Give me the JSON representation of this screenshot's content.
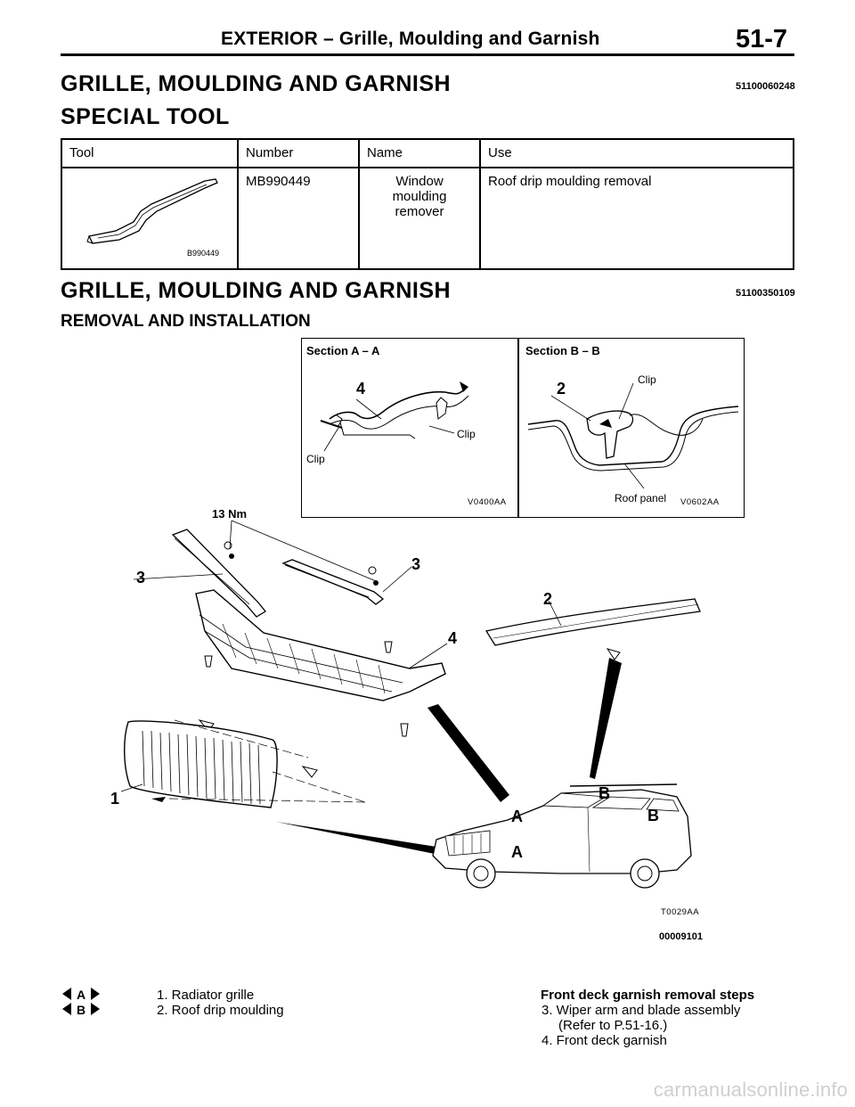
{
  "header": {
    "title": "EXTERIOR – Grille, Moulding and Garnish",
    "page": "51-7"
  },
  "section1": {
    "title": "GRILLE, MOULDING AND GARNISH",
    "code": "51100060248",
    "subtitle": "SPECIAL TOOL"
  },
  "tool_table": {
    "headers": [
      "Tool",
      "Number",
      "Name",
      "Use"
    ],
    "rows": [
      {
        "tool_code": "B990449",
        "number": "MB990449",
        "name_line1": "Window moulding",
        "name_line2": "remover",
        "use": "Roof drip moulding removal"
      }
    ]
  },
  "section2": {
    "title": "GRILLE, MOULDING AND GARNISH",
    "code": "51100350109",
    "subtitle": "REMOVAL AND INSTALLATION"
  },
  "figure": {
    "section_a": {
      "label": "Section A – A",
      "callout": "4",
      "clip_left": "Clip",
      "clip_right": "Clip",
      "code": "V0400AA"
    },
    "section_b": {
      "label": "Section B – B",
      "callout": "2",
      "clip": "Clip",
      "roof_panel": "Roof panel",
      "code": "V0602AA"
    },
    "torque": "13 Nm",
    "callouts": {
      "c3_left": "3",
      "c3_right": "3",
      "c2": "2",
      "c4": "4",
      "c1": "1",
      "a_top": "A",
      "a_bottom": "A",
      "b_top": "B",
      "b_right": "B"
    },
    "car_code": "T0029AA",
    "figure_code": "00009101"
  },
  "legend": {
    "left_items": [
      "1. Radiator grille",
      "2. Roof drip moulding"
    ],
    "marks": [
      "A",
      "B"
    ],
    "right_title": "Front deck garnish removal steps",
    "right_item1": "3. Wiper arm and blade assembly",
    "right_item1_sub": "(Refer to P.51-16.)",
    "right_item2": "4. Front deck garnish"
  },
  "watermark": "carmanualsonline.info"
}
